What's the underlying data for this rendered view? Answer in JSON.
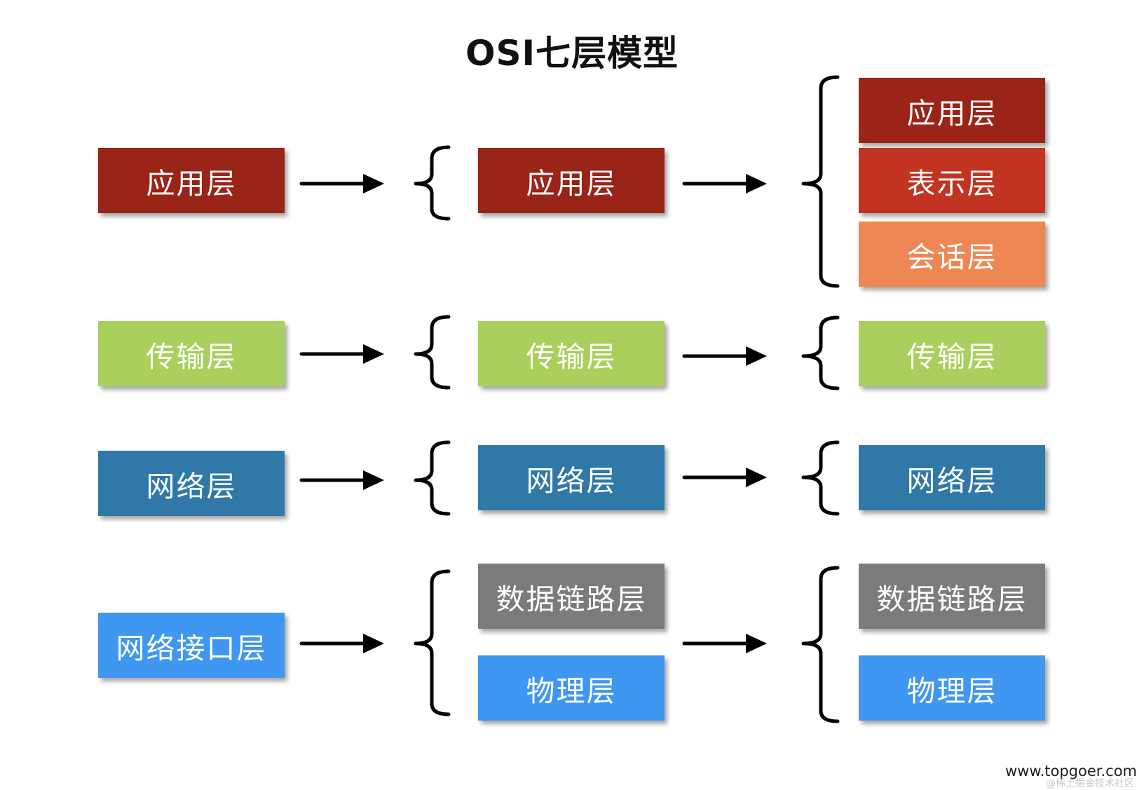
{
  "title": "OSI七层模型",
  "colors": {
    "application": "#9a2417",
    "presentation": "#c23321",
    "session": "#ef8754",
    "transport": "#a9cf5c",
    "network": "#2f78a8",
    "network_interface": "#3f97f1",
    "data_link": "#7b7b7b",
    "physical": "#3f97f1"
  },
  "columns": {
    "left": {
      "application": "应用层",
      "transport": "传输层",
      "network": "网络层",
      "network_interface": "网络接口层"
    },
    "middle": {
      "application": "应用层",
      "transport": "传输层",
      "network": "网络层",
      "data_link": "数据链路层",
      "physical": "物理层"
    },
    "right": {
      "application": "应用层",
      "presentation": "表示层",
      "session": "会话层",
      "transport": "传输层",
      "network": "网络层",
      "data_link": "数据链路层",
      "physical": "物理层"
    }
  },
  "footer": {
    "site": "www.topgoer.com",
    "credit": "@稀土掘金技术社区"
  }
}
